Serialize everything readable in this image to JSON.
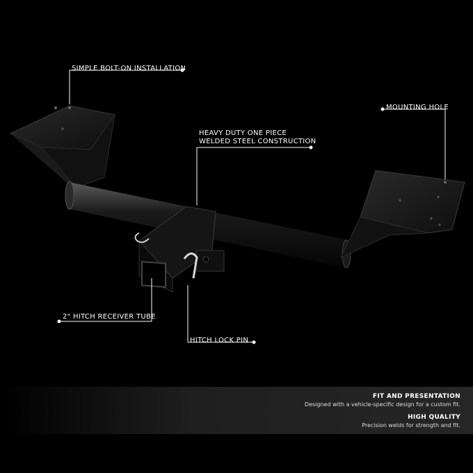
{
  "callouts": {
    "bolt_on": "SIMPLE BOLT-ON INSTALLATION",
    "mounting_hole": "MOUNTING HOLE",
    "heavy_duty_line1": "HEAVY DUTY ONE PIECE",
    "heavy_duty_line2": "WELDED STEEL CONSTRUCTION",
    "receiver": "2\" HITCH RECEIVER TUBE",
    "lock_pin": "HITCH LOCK PIN"
  },
  "features": [
    {
      "title": "FIT AND PRESENTATION",
      "desc": "Designed with a vehicle-specific design for a custom fit."
    },
    {
      "title": "HIGH QUALITY",
      "desc": "Precision welds for strength and fit."
    }
  ],
  "colors": {
    "background": "#000000",
    "callout_line": "#ffffff",
    "banner": "#2a2a2a"
  }
}
